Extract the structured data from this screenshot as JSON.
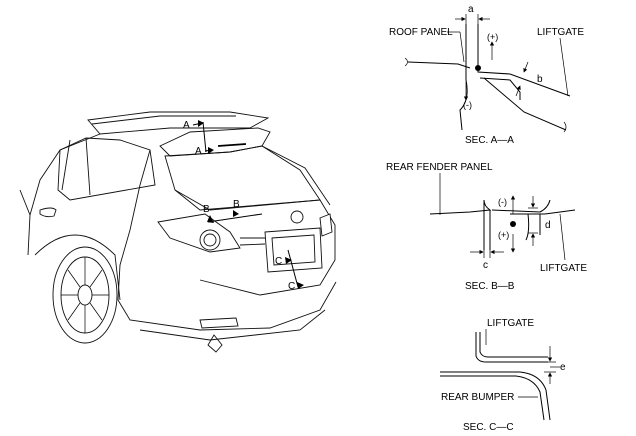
{
  "diagram": {
    "section_aa": {
      "dim_a": "a",
      "dim_b": "b",
      "label_roof_panel": "ROOF PANEL",
      "label_liftgate": "LIFTGATE",
      "plus": "(+)",
      "minus": "(-)",
      "caption": "SEC. A—A"
    },
    "section_bb": {
      "label_rear_fender_panel": "REAR FENDER PANEL",
      "label_liftgate": "LIFTGATE",
      "dim_c": "c",
      "dim_d": "d",
      "plus": "(+)",
      "minus": "(-)",
      "caption": "SEC. B—B"
    },
    "section_cc": {
      "label_liftgate": "LIFTGATE",
      "label_rear_bumper": "REAR BUMPER",
      "dim_e": "e",
      "caption": "SEC. C—C"
    },
    "car_markers": {
      "a1": "A",
      "a2": "A",
      "b1": "B",
      "b2": "B",
      "c1": "C",
      "c2": "C"
    }
  }
}
